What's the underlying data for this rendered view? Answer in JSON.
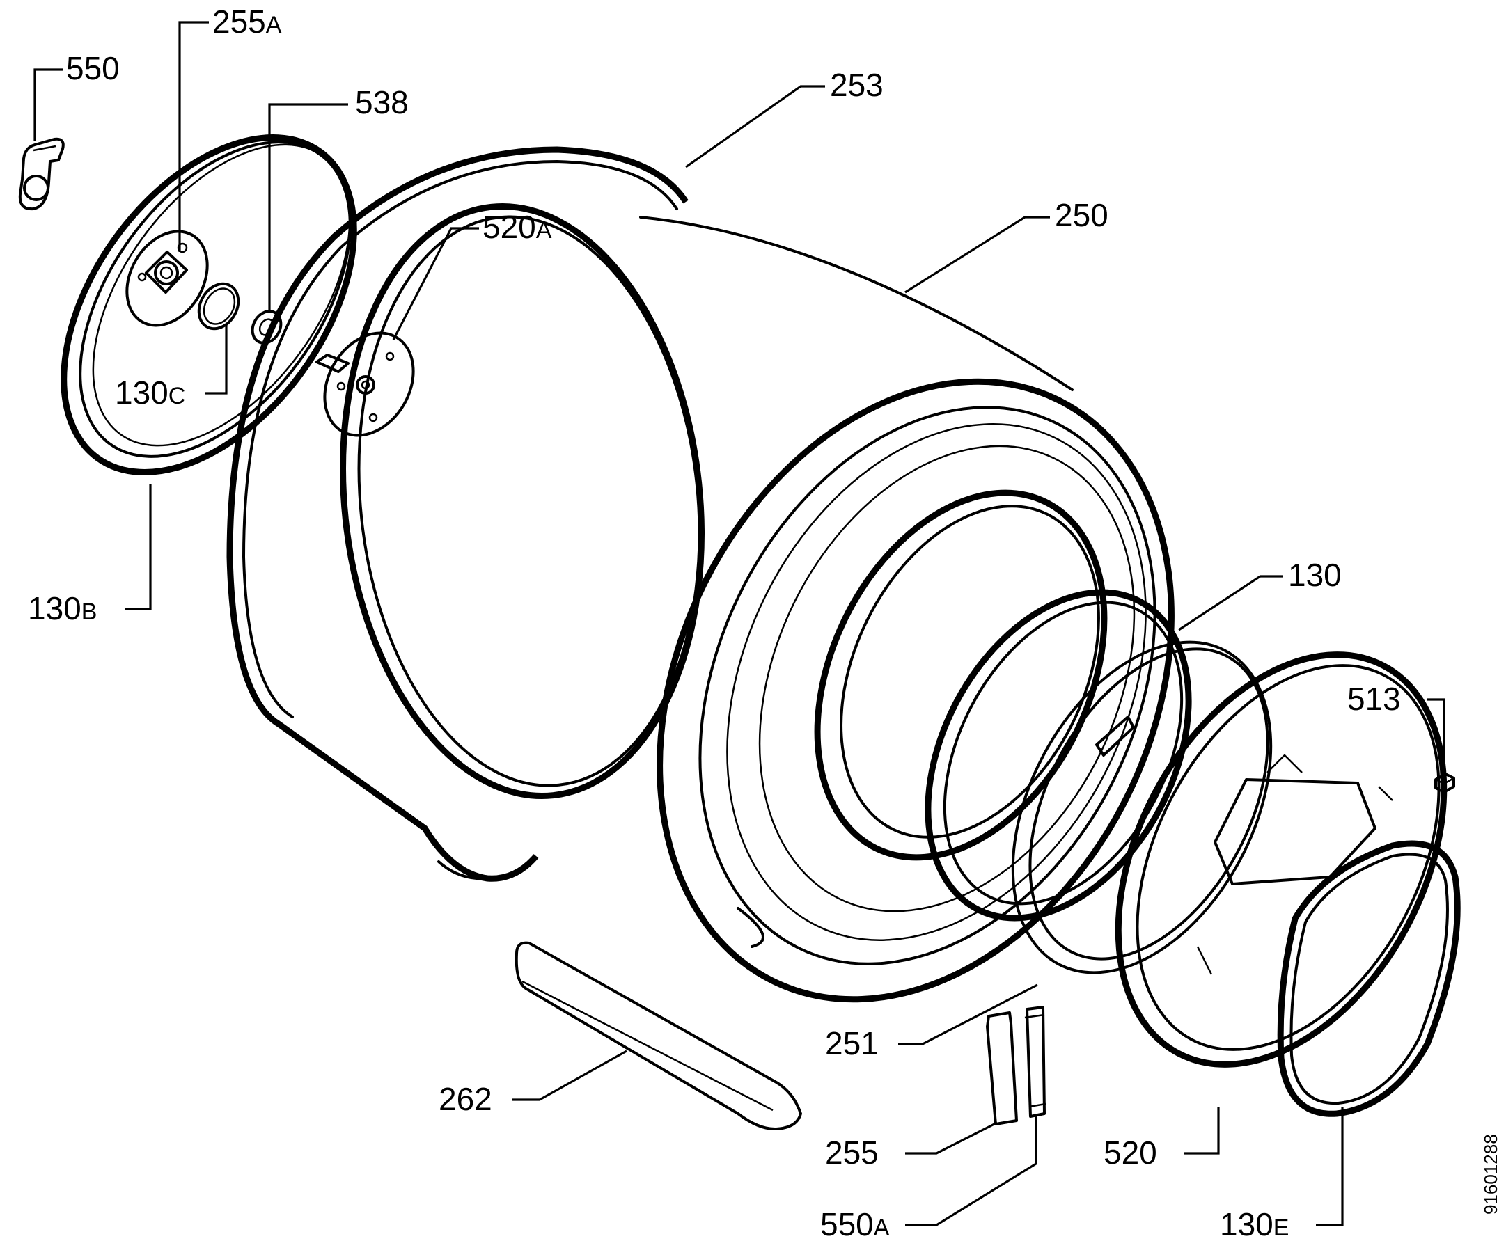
{
  "labels": {
    "l550": {
      "num": "550",
      "suffix": ""
    },
    "l255a": {
      "num": "255",
      "suffix": "A"
    },
    "l538": {
      "num": "538",
      "suffix": ""
    },
    "l253": {
      "num": "253",
      "suffix": ""
    },
    "l520a": {
      "num": "520",
      "suffix": "A"
    },
    "l250": {
      "num": "250",
      "suffix": ""
    },
    "l130c": {
      "num": "130",
      "suffix": "C"
    },
    "l130b": {
      "num": "130",
      "suffix": "B"
    },
    "l130": {
      "num": "130",
      "suffix": ""
    },
    "l513": {
      "num": "513",
      "suffix": ""
    },
    "l251": {
      "num": "251",
      "suffix": ""
    },
    "l262": {
      "num": "262",
      "suffix": ""
    },
    "l255": {
      "num": "255",
      "suffix": ""
    },
    "l520": {
      "num": "520",
      "suffix": ""
    },
    "l550a": {
      "num": "550",
      "suffix": "A"
    },
    "l130e": {
      "num": "130",
      "suffix": "E"
    }
  },
  "drawing_ref": "91601288"
}
